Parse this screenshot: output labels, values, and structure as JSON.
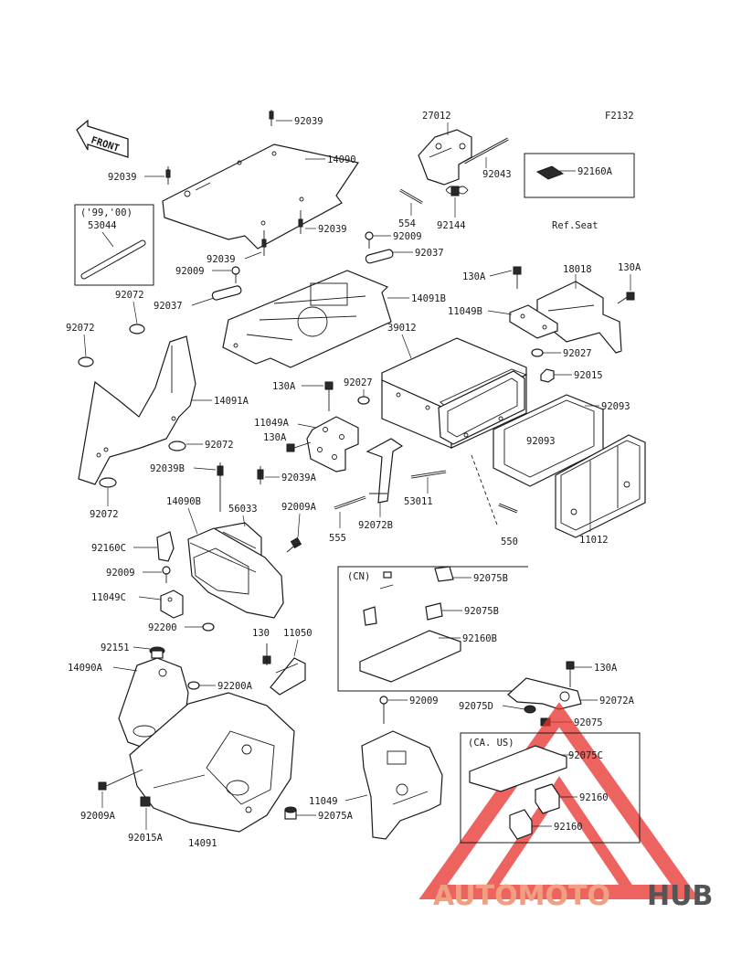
{
  "figure_code": "F2132",
  "front_arrow_text": "FRONT",
  "labels": {
    "l92039_top": "92039",
    "l14090": "14090",
    "l92039_left": "92039",
    "l92039_mid": "92039",
    "l92039_lower": "92039",
    "l27012": "27012",
    "l92043": "92043",
    "l554": "554",
    "l92144": "92144",
    "l92009_a": "92009",
    "l92037_a": "92037",
    "l92009_b": "92009",
    "l92037_b": "92037",
    "l14091B": "14091B",
    "l92072_a": "92072",
    "l92072_b": "92072",
    "l14091A": "14091A",
    "l92072_c": "92072",
    "l92039B": "92039B",
    "l92072_d": "92072",
    "l14090B": "14090B",
    "l56033": "56033",
    "l92009A_a": "92009A",
    "l92160C": "92160C",
    "l92009_c": "92009",
    "l11049C": "11049C",
    "l92200": "92200",
    "l130_plain": "130",
    "l11050": "11050",
    "l92151": "92151",
    "l14090A": "14090A",
    "l92200A": "92200A",
    "l92009A_b": "92009A",
    "l92015A": "92015A",
    "l14091": "14091",
    "l92075A": "92075A",
    "l11049": "11049",
    "l92009_d": "92009",
    "l130A_a": "130A",
    "l18018": "18018",
    "l130A_b": "130A",
    "l11049B": "11049B",
    "l39012": "39012",
    "l92027_a": "92027",
    "l92027_b": "92027",
    "l92015": "92015",
    "l130A_c": "130A",
    "l92093_a": "92093",
    "l92093_b": "92093",
    "l11049A": "11049A",
    "l130A_d": "130A",
    "l92039A": "92039A",
    "l53011": "53011",
    "l555": "555",
    "l92072B": "92072B",
    "l550": "550",
    "l11012": "11012",
    "l92075B_a": "92075B",
    "l92075B_b": "92075B",
    "l92160B": "92160B",
    "l130A_e": "130A",
    "l92075D": "92075D",
    "l92072A": "92072A",
    "l92075": "92075",
    "l92075C": "92075C",
    "l92160_a": "92160",
    "l92160_b": "92160"
  },
  "inset_years": {
    "title": "('99,'00)",
    "part": "53044"
  },
  "inset_seat": {
    "part": "92160A",
    "caption": "Ref.Seat"
  },
  "inset_cn": {
    "title": "(CN)"
  },
  "inset_caus": {
    "title": "(CA. US)"
  },
  "watermark": {
    "text_accent": "AUTOMOTO",
    "text_dark": "HUB",
    "accent_color": "#f0a080",
    "dark_color": "#555555",
    "triangle_color": "#e8302a"
  }
}
